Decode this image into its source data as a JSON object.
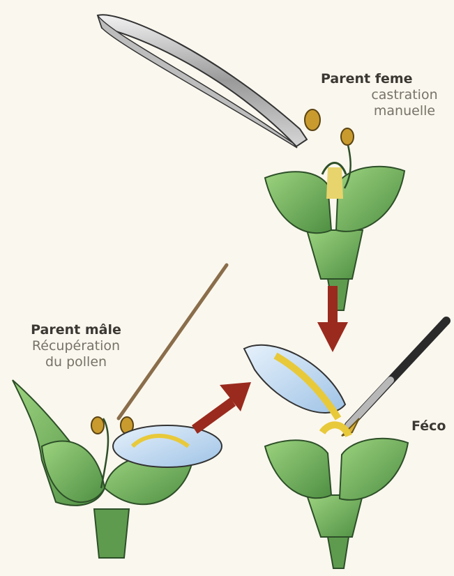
{
  "labels": {
    "female_title": "Parent feme",
    "female_line1": "castration",
    "female_line2": "manuelle",
    "male_title": "Parent mâle",
    "male_line1": "Récupération",
    "male_line2": "du pollen",
    "fertilization": "Féco"
  },
  "colors": {
    "background": "#faf7ee",
    "petal": "#6fae5c",
    "petal_dark": "#3f7d35",
    "arrow": "#9a2a1e",
    "pollen": "#e8c93a",
    "dish": "#bcd6ef"
  }
}
